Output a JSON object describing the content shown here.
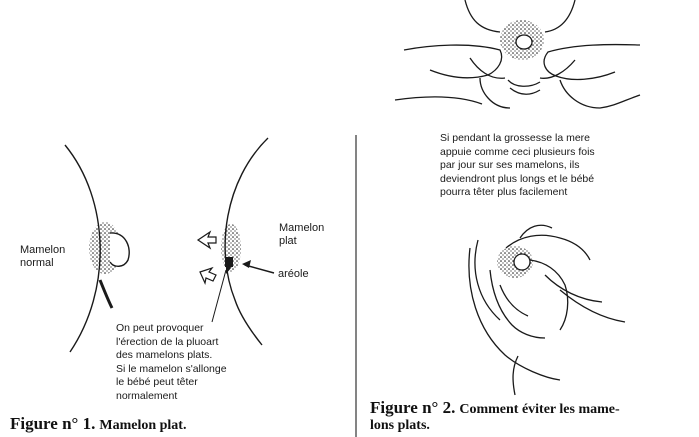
{
  "left_panel": {
    "label_normal": "Mamelon\nnormal",
    "label_flat": "Mamelon\nplat",
    "label_areola": "aréole",
    "note": "On peut provoquer\nl'érection de la pluoart\ndes mamelons plats.\nSi le mamelon s'allonge\nle bébé peut têter\nnormalement",
    "figure_number": "Figure n° 1.",
    "figure_caption": "Mamelon plat."
  },
  "right_panel": {
    "note": "Si pendant la grossesse la mere\nappuie comme ceci plusieurs fois\npar jour sur ses mamelons, ils\ndeviendront plus longs et le bébé\npourra têter plus facilement",
    "figure_number": "Figure n° 2.",
    "figure_caption_line1": "Comment éviter les mame-",
    "figure_caption_line2": "lons plats."
  },
  "colors": {
    "ink": "#1a1a1a",
    "paper": "#ffffff"
  }
}
